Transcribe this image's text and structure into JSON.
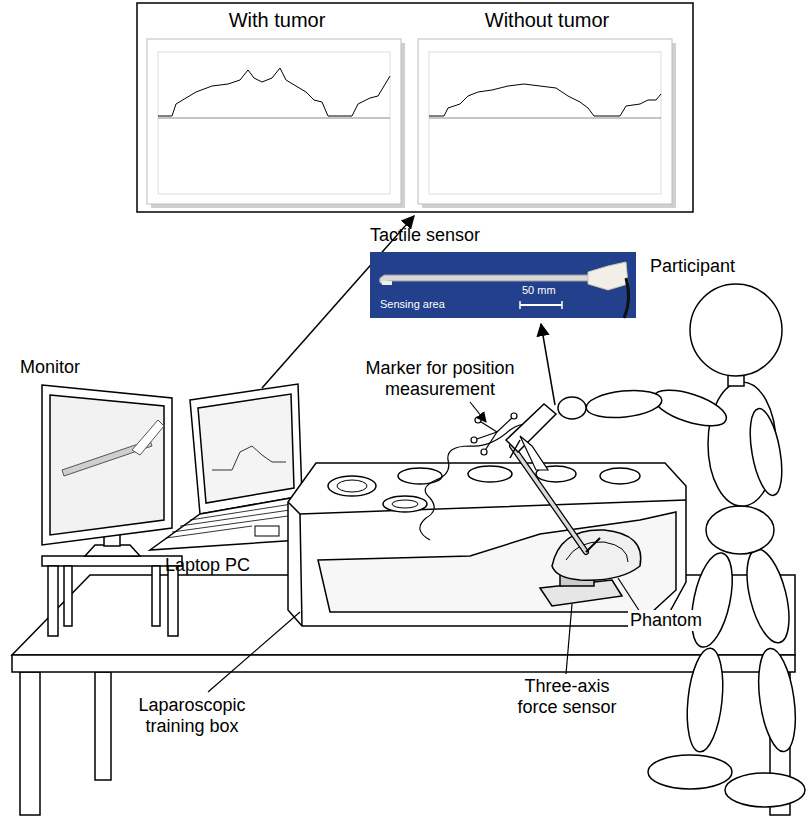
{
  "diagram": {
    "nodes": [
      {
        "text": [
          "With tumor"
        ]
      },
      {
        "text": [
          "Without tumor"
        ]
      },
      {
        "text": [
          "Tactile sensor",
          "Sensing area",
          "50 mm"
        ]
      }
    ],
    "labels": [
      "Monitor",
      "Laptop PC",
      "Participant",
      "Marker for position measurement",
      "Phantom",
      "Three-axis force sensor",
      "Laparoscopic training box"
    ]
  }
}
